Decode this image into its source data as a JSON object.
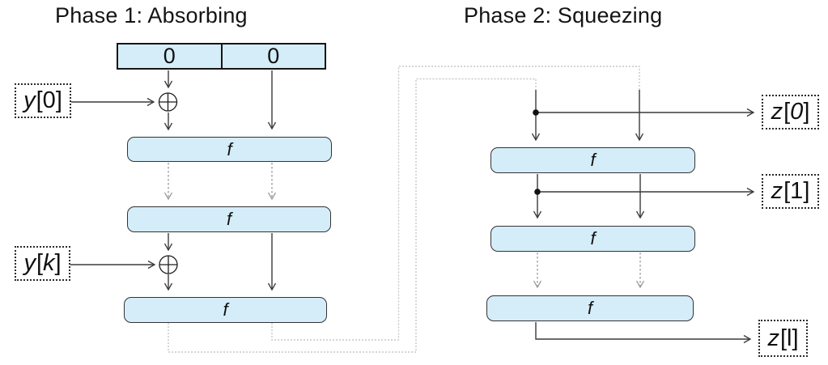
{
  "diagram": {
    "titles": {
      "phase1": "Phase 1: Absorbing",
      "phase2": "Phase 2: Squeezing"
    },
    "state_register": {
      "cells": [
        "0",
        "0"
      ]
    },
    "f_label": "f",
    "labels": {
      "y0": {
        "v": "y",
        "open": "[",
        "idx": "0",
        "close": "]"
      },
      "yk": {
        "v": "y",
        "open": "[",
        "idx": "k",
        "close": "]"
      },
      "z0": {
        "v": "z",
        "open": "[",
        "idx": "0",
        "close": "]"
      },
      "z1": {
        "v": "z",
        "open": "[",
        "idx": "1",
        "close": "]"
      },
      "zl": {
        "v": "z",
        "open": "[",
        "idx": "l",
        "close": "]"
      }
    },
    "icons": {
      "xor": "xor-circle-plus",
      "tap": "branch-dot"
    },
    "colors": {
      "box_fill": "#d5edf9",
      "box_border": "#333333",
      "arrow": "#3a3a3a",
      "dotted_arrow": "#8f8f8f",
      "connector": "#c7c7c7",
      "background": "#ffffff"
    }
  }
}
